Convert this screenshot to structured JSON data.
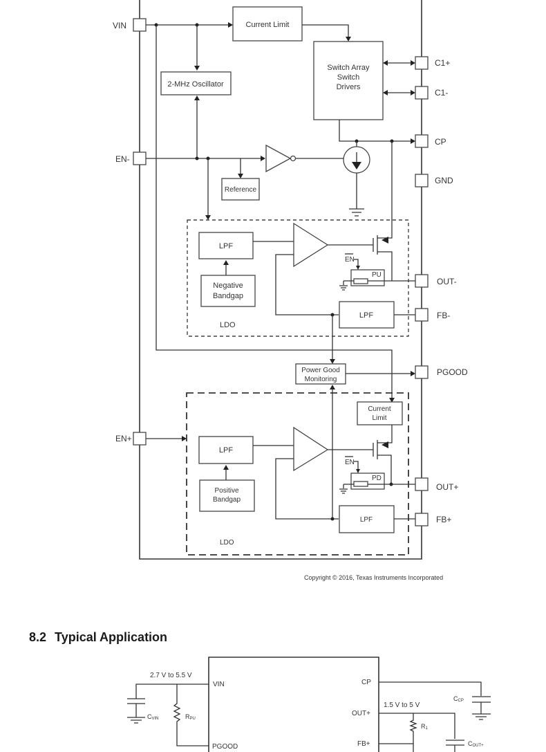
{
  "block_diagram": {
    "pins_left": {
      "vin": "VIN",
      "en_minus": "EN-",
      "en_plus": "EN+"
    },
    "pins_right": {
      "c1_plus": "C1+",
      "c1_minus": "C1-",
      "cp": "CP",
      "gnd": "GND",
      "out_minus": "OUT-",
      "fb_minus": "FB-",
      "pgood": "PGOOD",
      "out_plus": "OUT+",
      "fb_plus": "FB+"
    },
    "blocks": {
      "current_limit_top": "Current Limit",
      "oscillator": "2-MHz Oscillator",
      "switch_array_line1": "Switch Array",
      "switch_array_line2": "Switch",
      "switch_array_line3": "Drivers",
      "reference": "Reference",
      "lpf_neg": "LPF",
      "neg_bandgap_line1": "Negative",
      "neg_bandgap_line2": "Bandgap",
      "lpf_fb_neg": "LPF",
      "ldo_neg": "LDO",
      "en_label_neg": "EN",
      "pu": "PU",
      "pgood_line1": "Power Good",
      "pgood_line2": "Monitoring",
      "current_limit_pos_line1": "Current",
      "current_limit_pos_line2": "Limit",
      "lpf_pos": "LPF",
      "pos_bandgap_line1": "Positive",
      "pos_bandgap_line2": "Bandgap",
      "lpf_fb_pos": "LPF",
      "ldo_pos": "LDO",
      "en_label_pos": "EN",
      "pd": "PD"
    },
    "copyright": "Copyright © 2016, Texas Instruments Incorporated"
  },
  "section": {
    "number": "8.2",
    "title": "Typical Application"
  },
  "typical_application": {
    "vin_range": "2.7 V to 5.5 V",
    "pin_vin": "VIN",
    "pin_pgood": "PGOOD",
    "pin_cp": "CP",
    "pin_out_plus": "OUT+",
    "pin_fb_plus": "FB+",
    "out_range": "1.5 V to 5 V",
    "c_vin": "C",
    "c_vin_sub": "VIN",
    "r_pu": "R",
    "r_pu_sub": "PU",
    "c_cp": "C",
    "c_cp_sub": "CP",
    "r1": "R",
    "r1_sub": "1",
    "c_out": "C",
    "c_out_sub": "OUT+"
  }
}
